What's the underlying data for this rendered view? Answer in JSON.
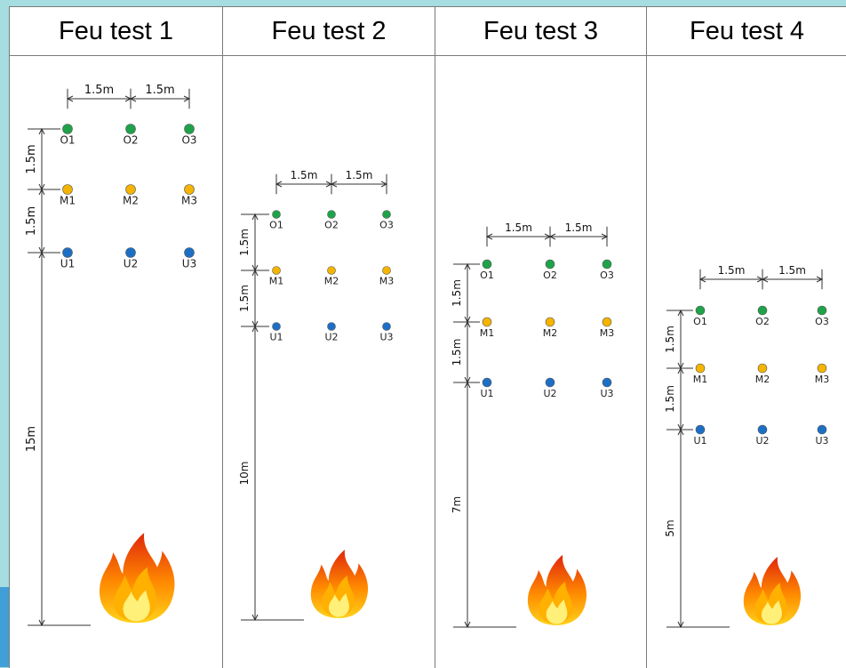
{
  "tests": [
    {
      "title": "Feu test 1",
      "h_spacing_1": "1.5m",
      "h_spacing_2": "1.5m",
      "v_spacing_1": "1.5m",
      "v_spacing_2": "1.5m",
      "fire_distance": "15m",
      "rows": [
        [
          "O1",
          "O2",
          "O3"
        ],
        [
          "M1",
          "M2",
          "M3"
        ],
        [
          "U1",
          "U2",
          "U3"
        ]
      ]
    },
    {
      "title": "Feu test 2",
      "h_spacing_1": "1.5m",
      "h_spacing_2": "1.5m",
      "v_spacing_1": "1.5m",
      "v_spacing_2": "1.5m",
      "fire_distance": "10m",
      "rows": [
        [
          "O1",
          "O2",
          "O3"
        ],
        [
          "M1",
          "M2",
          "M3"
        ],
        [
          "U1",
          "U2",
          "U3"
        ]
      ]
    },
    {
      "title": "Feu test 3",
      "h_spacing_1": "1.5m",
      "h_spacing_2": "1.5m",
      "v_spacing_1": "1.5m",
      "v_spacing_2": "1.5m",
      "fire_distance": "7m",
      "rows": [
        [
          "O1",
          "O2",
          "O3"
        ],
        [
          "M1",
          "M2",
          "M3"
        ],
        [
          "U1",
          "U2",
          "U3"
        ]
      ]
    },
    {
      "title": "Feu test 4",
      "h_spacing_1": "1.5m",
      "h_spacing_2": "1.5m",
      "v_spacing_1": "1.5m",
      "v_spacing_2": "1.5m",
      "fire_distance": "5m",
      "rows": [
        [
          "O1",
          "O2",
          "O3"
        ],
        [
          "M1",
          "M2",
          "M3"
        ],
        [
          "U1",
          "U2",
          "U3"
        ]
      ]
    }
  ],
  "row_colors": [
    "#1fa34a",
    "#f4b400",
    "#1d6fc6"
  ],
  "icons": {
    "fire": "fire-icon"
  }
}
